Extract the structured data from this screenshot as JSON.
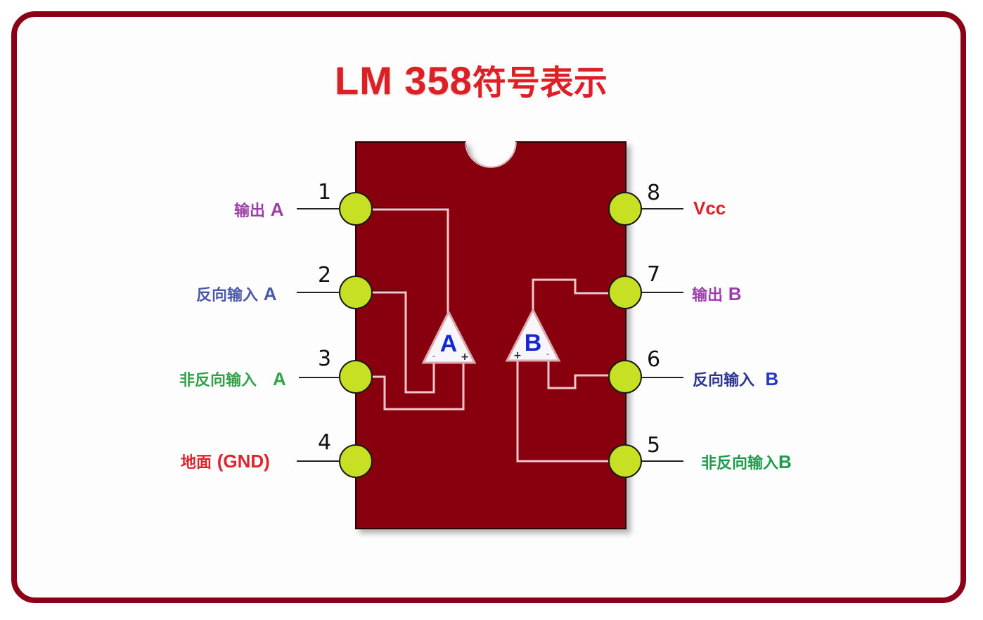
{
  "title": {
    "prefix": "LM 358",
    "suffix": "符号表示",
    "color": "#dd1f26"
  },
  "chip": {
    "body_color": "#88000f",
    "pad_color": "#c8e024",
    "trace_color": "#f1c6cc"
  },
  "opamps": [
    {
      "id": "A",
      "label": "A",
      "left_sign": "-",
      "right_sign": "+"
    },
    {
      "id": "B",
      "label": "B",
      "left_sign": "+",
      "right_sign": "-"
    }
  ],
  "pins": [
    {
      "number": "1",
      "text": "输出",
      "letter": "A",
      "color": "#9b3fa8"
    },
    {
      "number": "2",
      "text": "反向输入",
      "letter": "A",
      "color": "#4a58a8"
    },
    {
      "number": "3",
      "text": "非反向输入",
      "letter": "A",
      "color": "#33a04a"
    },
    {
      "number": "4",
      "text": "地面",
      "letter": "(GND)",
      "color": "#e0242c"
    },
    {
      "number": "5",
      "text": "非反向输入",
      "letter": "B",
      "color": "#1f9a4a"
    },
    {
      "number": "6",
      "text": "反向输入",
      "letter": "B",
      "color": "#2e3590"
    },
    {
      "number": "7",
      "text": "输出",
      "letter": "B",
      "color": "#9b3fa8"
    },
    {
      "number": "8",
      "text": "",
      "letter": "Vcc",
      "color": "#dd1f26"
    }
  ]
}
